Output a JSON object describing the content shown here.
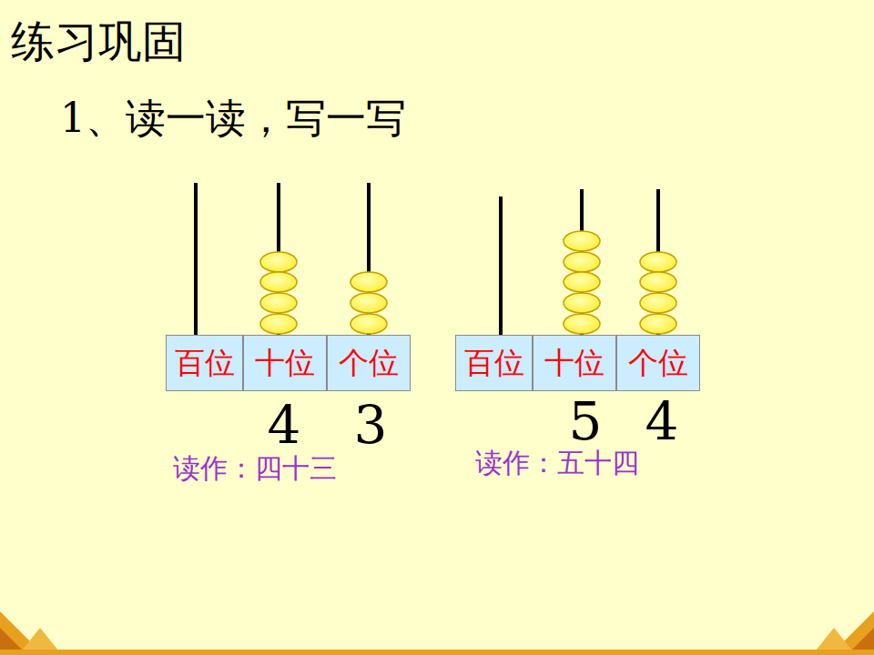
{
  "diagram": {
    "title": "练习巩固",
    "nodes": [
      {
        "text": [
          "百位"
        ]
      },
      {
        "text": [
          "十位"
        ]
      },
      {
        "text": [
          "个位"
        ]
      },
      {
        "text": [
          "百位"
        ]
      },
      {
        "text": [
          "十位"
        ]
      },
      {
        "text": [
          "个位"
        ]
      }
    ],
    "labels": [
      "1、读一读，写一写",
      "4",
      "3",
      "读作：四十三",
      "5",
      "4",
      "读作：五十四"
    ]
  }
}
